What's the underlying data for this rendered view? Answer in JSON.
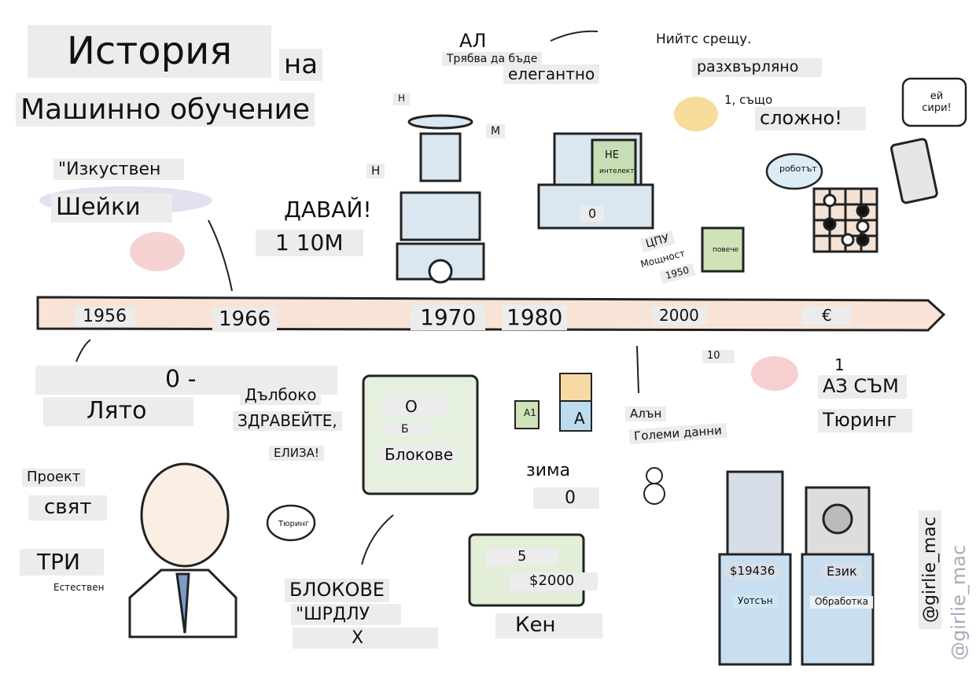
{
  "title": {
    "line1": "История",
    "line2": "на",
    "line3": "Машинно обучение"
  },
  "top_notes": {
    "al": "АЛ",
    "must_be": "Трябва да бъде",
    "elegant": "елегантно",
    "neats_vs": "Нийтс срещу.",
    "scruffy": "разхвърляно",
    "also": "1, също",
    "complex": "сложно!",
    "hey_siri": "ей сири!"
  },
  "left_notes": {
    "artificial": "\"Изкуствен",
    "shakey": "Шейки",
    "go": "ДАВАЙ!",
    "ten_m": "1 10М"
  },
  "robot_labels": [
    "Н",
    "М",
    "Н"
  ],
  "computer": {
    "screen_top": "НЕ",
    "screen_bottom": "интелект",
    "base": "0"
  },
  "robot_bubble": "роботът",
  "cpu": {
    "label": "ЦПУ",
    "power": "Мощност",
    "year": "1950",
    "chip": "повече"
  },
  "timeline": {
    "years": [
      "1956",
      "1966",
      "1970",
      "1980",
      "2000",
      "€"
    ]
  },
  "bottom_left": {
    "zero": "0 -",
    "summer": "Лято",
    "deep": "Дълбоко",
    "hello": "ЗДРАВЕЙТЕ,",
    "eliza": "ЕЛИЗА!",
    "project": "Проект",
    "world": "свят",
    "three": "ТРИ",
    "natural": "Естествен",
    "turing_bubble": "Тюринг"
  },
  "blocks": {
    "o": "О",
    "b": "Б",
    "blocks": "Блокове",
    "cube1": "A1",
    "cube2": "A",
    "blocks_caps": "БЛОКОВЕ",
    "shrdlu": "\"ШРДЛУ",
    "x": "Х"
  },
  "winter": {
    "label": "зима",
    "zero": "0"
  },
  "money": {
    "five": "5",
    "amount": "$2000",
    "ken": "Кен"
  },
  "right_notes": {
    "ten": "10",
    "alan": "Алън",
    "big_data": "Големи данни",
    "one": "1",
    "i_am": "АЗ СЪМ",
    "turing": "Тюринг"
  },
  "jeopardy": {
    "score": "$19436",
    "watson": "Уотсън",
    "language": "Език",
    "processing": "Обработка"
  },
  "signature": "@girlie_mac"
}
